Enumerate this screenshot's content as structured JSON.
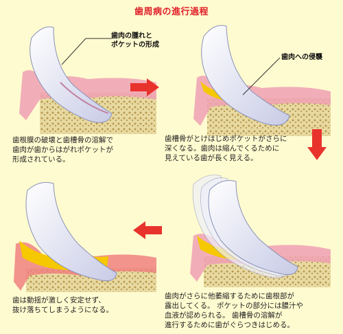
{
  "title": "歯周病の進行過程",
  "labels": {
    "swelling": "歯肉の腫れと\nポケットの形成",
    "invasion": "歯肉への侵襲"
  },
  "captions": {
    "stage1": "歯根膜の破壊と歯槽骨の溶解で\n歯肉が歯からはがれポケットが\n形成されている。",
    "stage2": "歯槽骨がとけはじめポケットがさらに\n深くなる。歯肉は縮んでくるために\n見えている歯が長く見える。",
    "stage3": "歯肉がさらに他萎縮するために歯根部が\n露出してくる。 ポケットの部分には膿汁や\n血液が認められる。 歯槽骨の溶解が\n進行するために歯がぐらつきはじめる。",
    "stage4": "歯は動揺が激しく安定せず、\n抜け落ちてしまうようになる。"
  },
  "colors": {
    "title": "#e0202a",
    "background": "#fffbd0",
    "arrow": "#e8322c",
    "gum": "#f0a0b4",
    "bone": "#e8d9a0",
    "pus": "#f5c800",
    "tooth": "#e6e8f8"
  }
}
